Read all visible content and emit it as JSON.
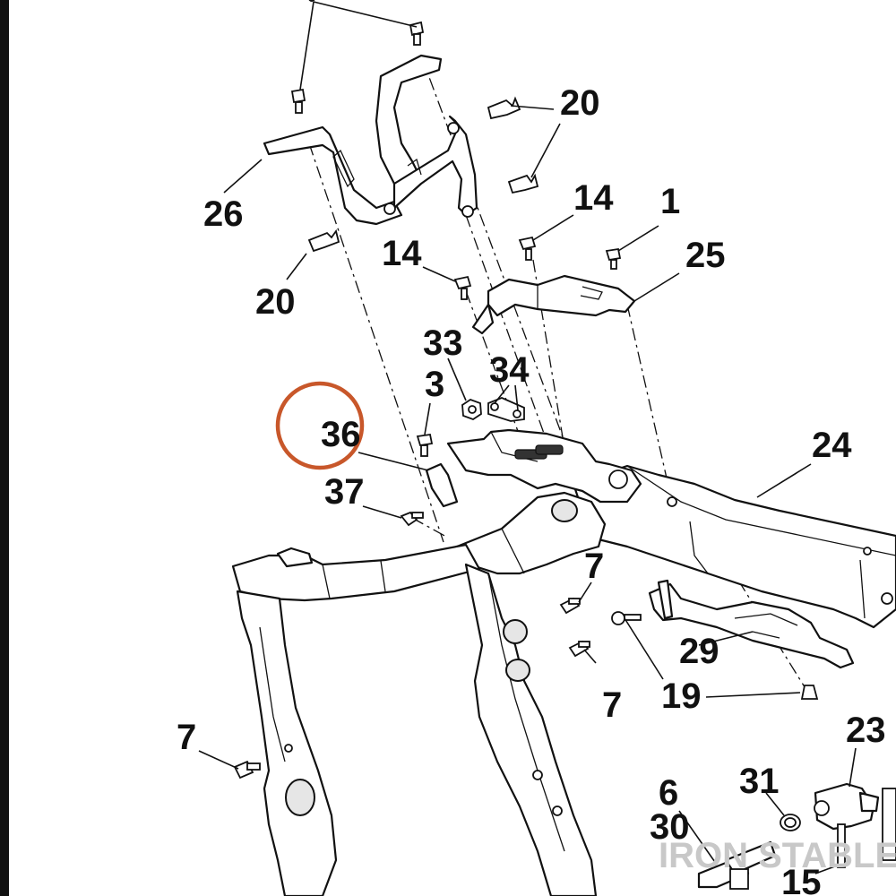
{
  "highlight_color": "#c8572a",
  "watermark": "IRON STABLE",
  "callouts": {
    "c36": "36",
    "c37": "37",
    "c26": "26",
    "c20a": "20",
    "c20b": "20",
    "c14a": "14",
    "c14b": "14",
    "c1": "1",
    "c25": "25",
    "c33": "33",
    "c34": "34",
    "c3": "3",
    "c24": "24",
    "c7a": "7",
    "c7b": "7",
    "c7c": "7",
    "c29": "29",
    "c19": "19",
    "c23": "23",
    "c31": "31",
    "c6": "6",
    "c30": "30",
    "c15": "15"
  }
}
